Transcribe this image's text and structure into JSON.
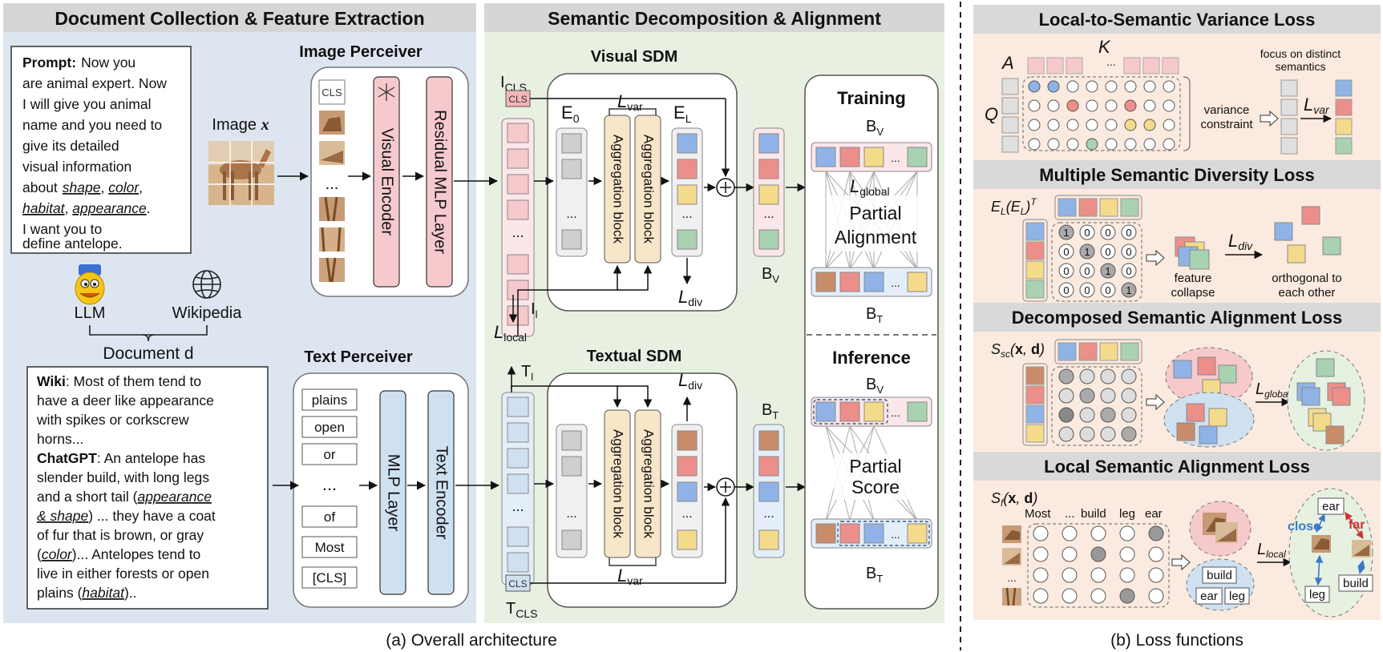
{
  "sections": {
    "doc_title": "Document Collection & Feature Extraction",
    "sem_title": "Semantic Decomposition & Alignment",
    "overall_caption": "(a) Overall architecture",
    "loss_caption": "(b) Loss functions"
  },
  "prompt_box": {
    "label": "Prompt:",
    "lines": [
      "Now you",
      "are animal expert. Now",
      "I will give you animal",
      "name and you need to",
      "give its detailed",
      "visual information",
      "about",
      "I want you to",
      "define antelope."
    ],
    "attrs": [
      "shape",
      "color",
      "habitat",
      "appearance"
    ]
  },
  "sources": {
    "llm": "LLM",
    "wiki": "Wikipedia",
    "document": "Document d"
  },
  "doc_box": {
    "wiki_label": "Wiki",
    "wiki_text": [
      "Most of them tend to",
      "have a deer like appearance",
      "with spikes or corkscrew",
      "horns..."
    ],
    "gpt_label": "ChatGPT",
    "gpt_text": [
      ": An antelope has",
      "slender build, with long legs",
      "and a short tail (",
      "appearance",
      "& shape",
      ") ... they have a coat",
      "of fur that is brown, or gray",
      "(",
      "color",
      ")... Antelopes tend to",
      "live in either forests or open",
      "plains (",
      "habitat",
      ").."
    ]
  },
  "image_perceiver": {
    "title": "Image Perceiver",
    "image_label": "Image x",
    "cls": "CLS",
    "encoder": "Visual Encoder",
    "mlp": "Residual MLP Layer",
    "dots": "..."
  },
  "text_perceiver": {
    "title": "Text Perceiver",
    "tokens": [
      "plains",
      "open",
      "or",
      "...",
      "of",
      "Most",
      "[CLS]"
    ],
    "mlp": "MLP Layer",
    "encoder": "Text Encoder"
  },
  "visual_sdm": {
    "title": "Visual SDM",
    "icls": "I",
    "icls_sub": "CLS",
    "cls": "CLS",
    "e0": "E",
    "e0_sub": "0",
    "el": "E",
    "el_sub": "L",
    "agg": "Aggregation block",
    "lvar": "L",
    "lvar_sub": "var",
    "ldiv": "L",
    "ldiv_sub": "div",
    "il": "I",
    "il_sub": "l",
    "llocal": "L",
    "llocal_sub": "local",
    "bv": "B",
    "bv_sub": "V"
  },
  "textual_sdm": {
    "title": "Textual SDM",
    "tl": "T",
    "tl_sub": "l",
    "tcls": "T",
    "tcls_sub": "CLS",
    "cls": "CLS",
    "bt": "B",
    "bt_sub": "T"
  },
  "training": {
    "title": "Training",
    "bv": "B",
    "bv_sub": "V",
    "bt": "B",
    "bt_sub": "T",
    "lglobal": "L",
    "lglobal_sub": "global",
    "partial": "Partial",
    "alignment": "Alignment"
  },
  "inference": {
    "title": "Inference",
    "partial": "Partial",
    "score": "Score"
  },
  "loss_var": {
    "title": "Local-to-Semantic Variance Loss",
    "A": "A",
    "K": "K",
    "Q": "Q",
    "constraint1": "variance",
    "constraint2": "constraint",
    "focus1": "focus on distinct",
    "focus2": "semantics",
    "lvar": "L",
    "lvar_sub": "var"
  },
  "loss_div": {
    "title": "Multiple Semantic Diversity Loss",
    "formula": "E",
    "collapse1": "feature",
    "collapse2": "collapse",
    "ortho1": "orthogonal to",
    "ortho2": "each other",
    "ldiv": "L",
    "ldiv_sub": "div",
    "matrix": [
      [
        "1",
        "0",
        "0",
        "0"
      ],
      [
        "0",
        "1",
        "0",
        "0"
      ],
      [
        "0",
        "0",
        "1",
        "0"
      ],
      [
        "0",
        "0",
        "0",
        "1"
      ]
    ]
  },
  "loss_global": {
    "title": "Decomposed Semantic Alignment Loss",
    "formula": "S",
    "lglobal": "L",
    "lglobal_sub": "global"
  },
  "loss_local": {
    "title": "Local Semantic Alignment Loss",
    "formula": "S",
    "cols": [
      "Most",
      "...",
      "build",
      "leg",
      "ear"
    ],
    "dots": "...",
    "words": [
      "build",
      "ear",
      "leg"
    ],
    "words2": [
      "ear",
      "build",
      "leg"
    ],
    "close": "close",
    "far": "far",
    "llocal": "L",
    "llocal_sub": "local"
  },
  "colors": {
    "blue": "#8fb3e6",
    "red": "#ec8f8a",
    "yellow": "#f4db8b",
    "green": "#a8d2b1",
    "brown": "#c98c6b",
    "pink": "#f6c9cd",
    "lightblue": "#cfe0f1",
    "gray": "#cfcfcf",
    "agg": "#f7e6c8"
  }
}
